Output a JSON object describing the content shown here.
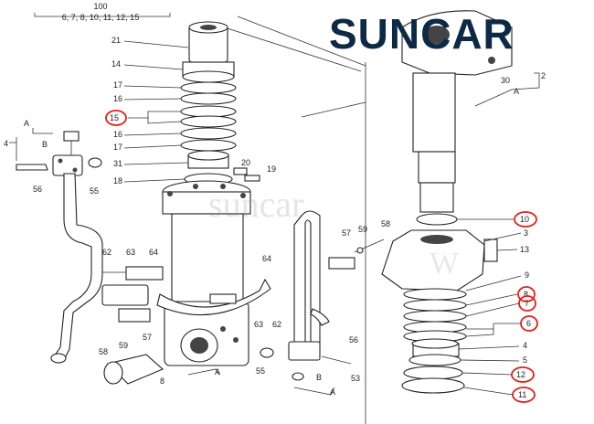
{
  "logo": {
    "text": "SUNCAR",
    "color": "#0c2a45",
    "accent_color": "#2aa3d8"
  },
  "watermark": {
    "text": "suncar",
    "text_2": "W"
  },
  "kit": {
    "code": "100",
    "contents": "6, 7, 8, 10, 11, 12, 15"
  },
  "callouts_circled": [
    "15",
    "10",
    "8",
    "7",
    "6",
    "12",
    "11"
  ],
  "colors": {
    "circle": "#e0211b",
    "line": "#333333"
  },
  "labels": {
    "p21": "21",
    "p14": "14",
    "p17a": "17",
    "p16a": "16",
    "p15": "15",
    "p16b": "16",
    "p17b": "17",
    "p31": "31",
    "p18": "18",
    "p20": "20",
    "p19": "19",
    "p4": "4",
    "pA1": "A",
    "pB1": "B",
    "p56a": "56",
    "p55a": "55",
    "p62a": "62",
    "p63a": "63",
    "p64a": "64",
    "p64b": "64",
    "p57a": "57",
    "p59a": "59",
    "p58a": "58",
    "p63b": "63",
    "p62b": "62",
    "p58b": "58",
    "p59b": "59",
    "p57b": "57",
    "p8": "8",
    "pA2": "A",
    "p55b": "55",
    "p56b": "56",
    "pB2": "B",
    "p53": "53",
    "pA3": "A",
    "p30": "30",
    "p2": "2",
    "pA4": "A",
    "p10": "10",
    "p3": "3",
    "p13": "13",
    "p9": "9",
    "p8c": "8",
    "p7": "7",
    "p6": "6",
    "p4b": "4",
    "p5": "5",
    "p12": "12",
    "p11": "11"
  }
}
